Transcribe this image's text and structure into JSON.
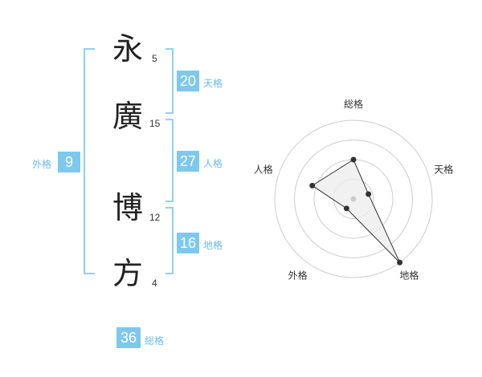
{
  "chars": [
    {
      "kanji": "永",
      "strokes": "5"
    },
    {
      "kanji": "廣",
      "strokes": "15"
    },
    {
      "kanji": "博",
      "strokes": "12"
    },
    {
      "kanji": "方",
      "strokes": "4"
    }
  ],
  "fortunes": {
    "ten": {
      "value": "20",
      "label": "天格"
    },
    "jin": {
      "value": "27",
      "label": "人格"
    },
    "chi": {
      "value": "16",
      "label": "地格"
    },
    "gai": {
      "value": "9",
      "label": "外格"
    },
    "sou": {
      "value": "36",
      "label": "総格"
    }
  },
  "chart_data": {
    "type": "radar",
    "axes": [
      "総格",
      "天格",
      "地格",
      "外格",
      "人格"
    ],
    "values": [
      0.5,
      0.2,
      1.0,
      0.15,
      0.55
    ],
    "ring_count": 4,
    "colors": {
      "fill": "#eeeeee",
      "stroke": "#333333",
      "rings": "#cccccc",
      "center": "#cccccc"
    }
  },
  "colors": {
    "accent": "#7ec8f0",
    "bracket": "#8fd0f5"
  }
}
